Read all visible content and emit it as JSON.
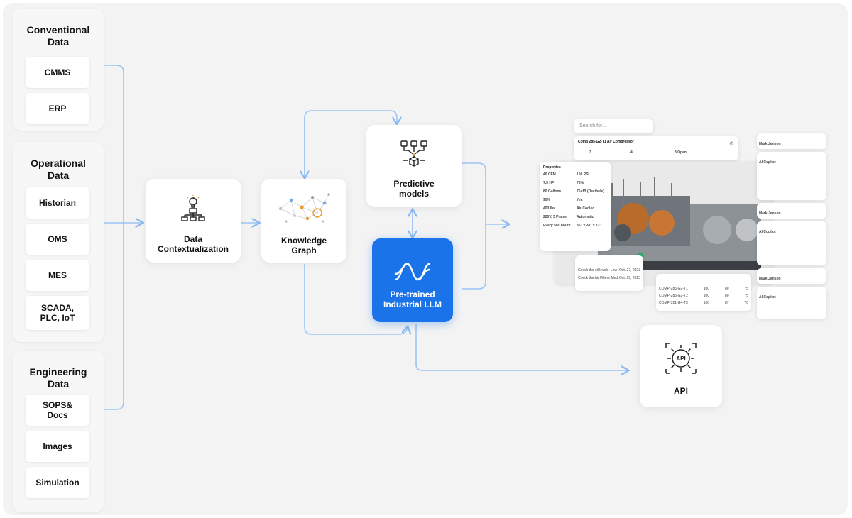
{
  "sources": {
    "conventional": {
      "title": "Conventional\nData",
      "items": [
        "CMMS",
        "ERP"
      ]
    },
    "operational": {
      "title": "Operational\nData",
      "items": [
        "Historian",
        "OMS",
        "MES",
        "SCADA,\nPLC, IoT"
      ]
    },
    "engineering": {
      "title": "Engineering\nData",
      "items": [
        "SOPS&\nDocs",
        "Images",
        "Simulation"
      ]
    }
  },
  "nodes": {
    "contextualization": "Data\nContextualization",
    "knowledge_graph": "Knowledge\nGraph",
    "predictive": "Predictive\nmodels",
    "llm": "Pre-trained\nIndustrial LLM",
    "api": "API"
  },
  "mockup": {
    "search_placeholder": "Search for...",
    "asset_title": "Comp 285-G2-T1 Air Compressor",
    "stats": [
      "3",
      "4",
      "3 Open"
    ],
    "properties_title": "Properties",
    "properties": [
      [
        "40 CFM",
        "150 PSI"
      ],
      [
        "7.5 HP",
        "75%"
      ],
      [
        "80 Gallons",
        "75 dB (Decibels)"
      ],
      [
        "90%",
        "Yes"
      ],
      [
        "400 lbs",
        "Air Cooled"
      ],
      [
        "220V, 3 Phase",
        "Automatic"
      ],
      [
        "Every 500 hours",
        "36\" x 24\" x 72\""
      ]
    ],
    "table_rows": [
      [
        "COMP-285-G2-T1",
        "100",
        "80",
        "75"
      ],
      [
        "COMP-285-G2-T2",
        "100",
        "80",
        "75"
      ],
      [
        "COMP-321-G4-T3",
        "100",
        "87",
        "70"
      ]
    ],
    "tasks": [
      [
        "Check the oil levels",
        "Low",
        "Oct. 27, 2023"
      ],
      [
        "Check the Air Filters",
        "Med",
        "Oct. 19, 2023"
      ]
    ],
    "chat_authors": [
      "Mark Jenson",
      "AI Copilot",
      "Mark Jenson",
      "AI Copilot",
      "Mark Jenson",
      "AI Copilot"
    ]
  },
  "colors": {
    "arrow": "#9cc5f3",
    "llm": "#1a73e8",
    "canvas": "#f3f3f4"
  },
  "icons": [
    "lightbulb-hierarchy-icon",
    "network-graph-icon",
    "brain-circuit-icon",
    "llm-logo-icon",
    "api-gear-icon"
  ]
}
